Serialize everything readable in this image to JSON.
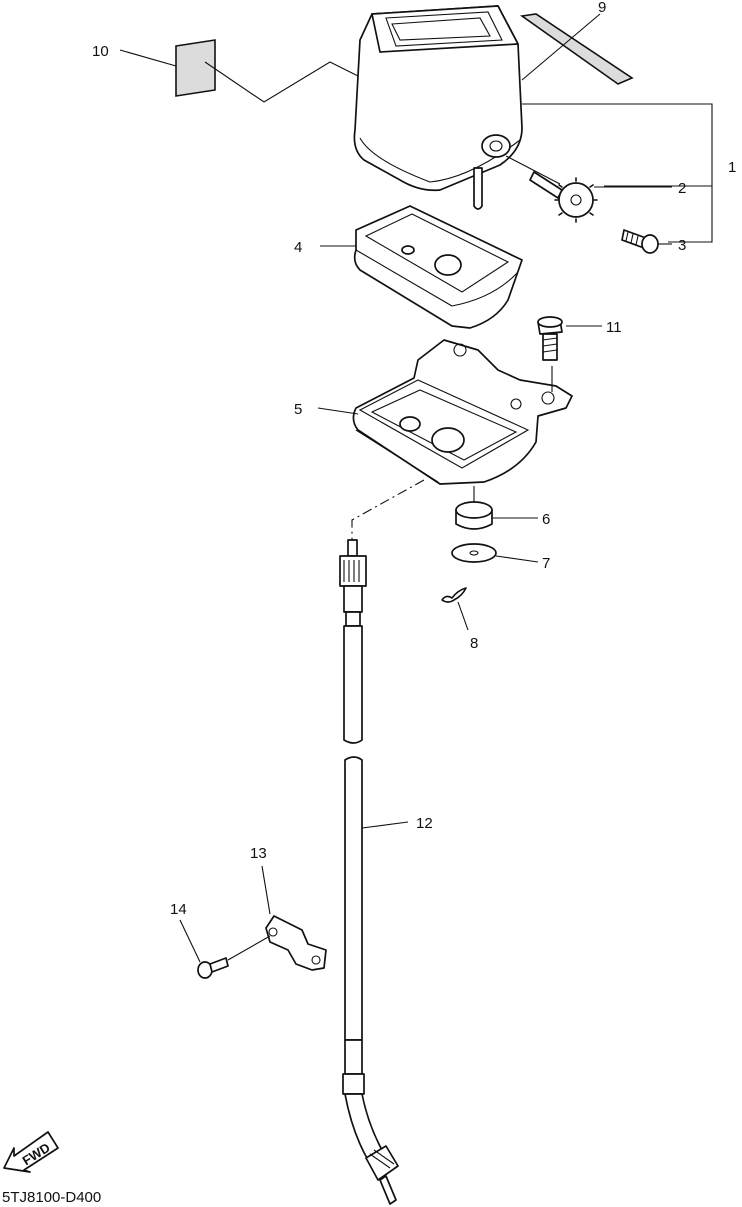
{
  "diagram_code": "5TJ8100-D400",
  "direction_marker": "FWD",
  "callouts": [
    {
      "id": "1",
      "label": "1"
    },
    {
      "id": "2",
      "label": "2"
    },
    {
      "id": "3",
      "label": "3"
    },
    {
      "id": "4",
      "label": "4"
    },
    {
      "id": "5",
      "label": "5"
    },
    {
      "id": "6",
      "label": "6"
    },
    {
      "id": "7",
      "label": "7"
    },
    {
      "id": "8",
      "label": "8"
    },
    {
      "id": "9",
      "label": "9"
    },
    {
      "id": "10",
      "label": "10"
    },
    {
      "id": "11",
      "label": "11"
    },
    {
      "id": "12",
      "label": "12"
    },
    {
      "id": "13",
      "label": "13"
    },
    {
      "id": "14",
      "label": "14"
    }
  ]
}
